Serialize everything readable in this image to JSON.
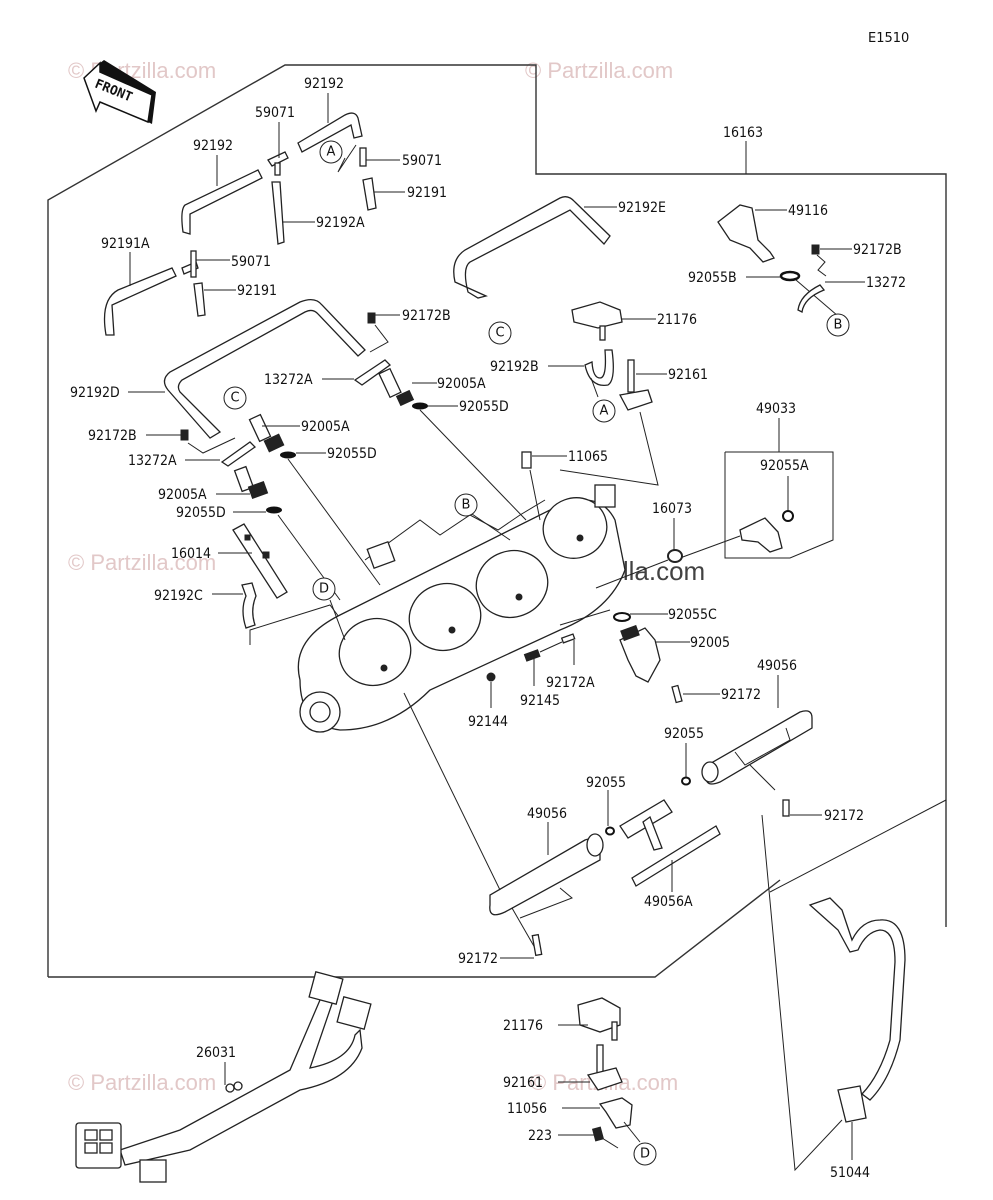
{
  "diagram": {
    "code": "E1510",
    "front_label": "FRONT",
    "watermark": "© Partzilla.com",
    "callouts": {
      "c92192_top": "92192",
      "c59071_top": "59071",
      "c92192_left": "92192",
      "c59071_right": "59071",
      "c92191_right": "92191",
      "c92192A": "92192A",
      "c92191A": "92191A",
      "c59071_bottom": "59071",
      "c92191_bottom": "92191",
      "c16163": "16163",
      "c92192E": "92192E",
      "c49116": "49116",
      "c92172B_right": "92172B",
      "c92055B": "92055B",
      "c13272": "13272",
      "c92172B_mid": "92172B",
      "c21176_top": "21176",
      "c92192B": "92192B",
      "c92161_top": "92161",
      "c13272A_top": "13272A",
      "c92005A_top": "92005A",
      "c92055D_top": "92055D",
      "c92192D": "92192D",
      "c92005A_mid": "92005A",
      "c92172B_left": "92172B",
      "c92055D_mid": "92055D",
      "c13272A_left": "13272A",
      "c11065": "11065",
      "c49033": "49033",
      "c92055A": "92055A",
      "c92005A_low": "92005A",
      "c92055D_low": "92055D",
      "c16073": "16073",
      "c16014": "16014",
      "c92192C": "92192C",
      "c92055C": "92055C",
      "c92005": "92005",
      "c49056_right": "49056",
      "c92172A": "92172A",
      "c92145": "92145",
      "c92172_mid": "92172",
      "c92144": "92144",
      "c92055_right": "92055",
      "c92055_left": "92055",
      "c49056_left": "49056",
      "c92172_right": "92172",
      "c49056A": "49056A",
      "c92172_bottom": "92172",
      "c26031": "26031",
      "c21176_bottom": "21176",
      "c92161_bottom": "92161",
      "c11056": "11056",
      "c223": "223",
      "c51044": "51044"
    },
    "refs": {
      "A": "A",
      "B": "B",
      "C": "C",
      "D": "D"
    }
  }
}
